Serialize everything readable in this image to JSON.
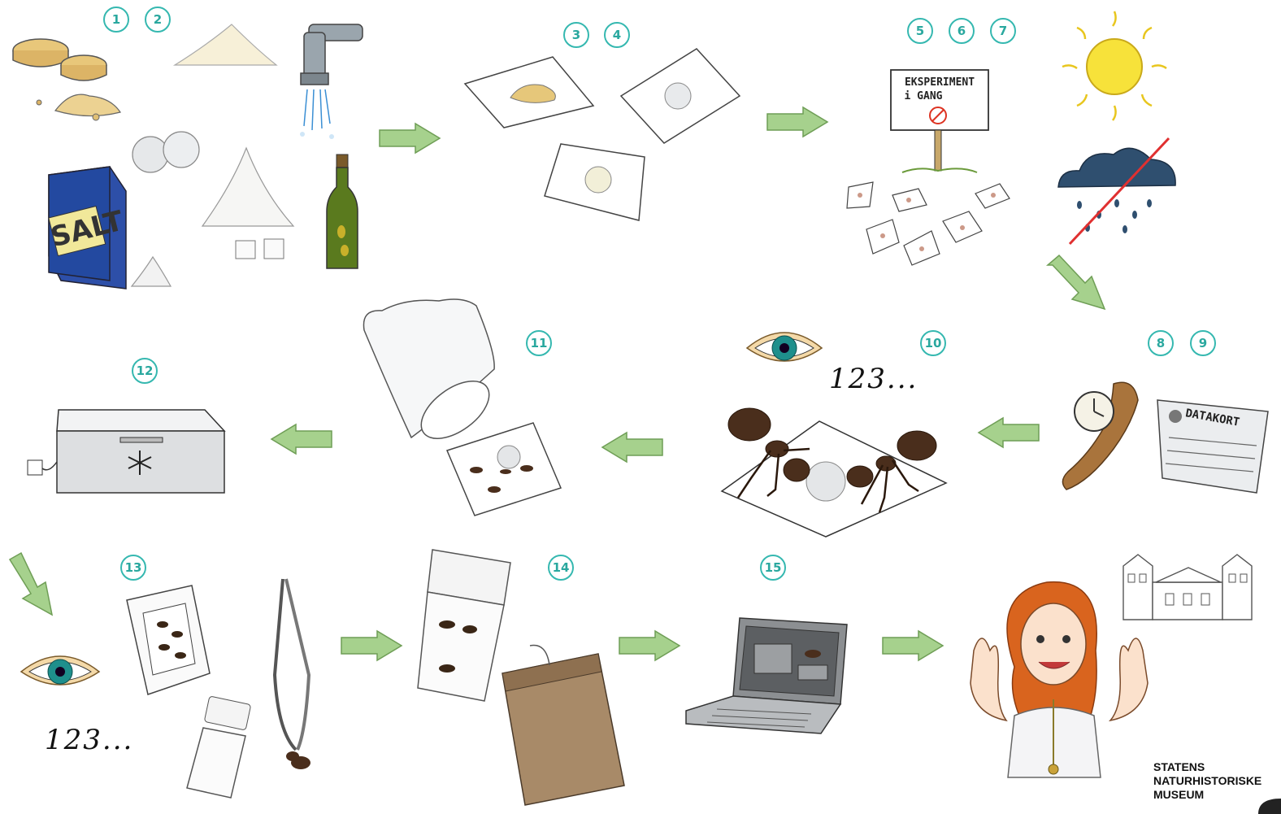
{
  "steps": [
    "1",
    "2",
    "3",
    "4",
    "5",
    "6",
    "7",
    "8",
    "9",
    "10",
    "11",
    "12",
    "13",
    "14",
    "15"
  ],
  "salt_box": {
    "label": "SALT"
  },
  "sign": {
    "line1": "EKSPERIMENT",
    "line2": "i GANG"
  },
  "datakort": {
    "label": "DATAKORT"
  },
  "counting": {
    "text": "123..."
  },
  "logo": {
    "line1": "STATENS",
    "line2": "NATURHISTORISKE",
    "line3": "MUSEUM"
  },
  "colors": {
    "step_circle": "#35b8b0",
    "arrow": "#a6d18d",
    "arrow_stroke": "#6f9e56",
    "eye_iris": "#1e8f8c",
    "ant": "#4a2e1c",
    "sun": "#f7e23a",
    "cloud": "#2f4f6f",
    "cross_line": "#e03030"
  }
}
